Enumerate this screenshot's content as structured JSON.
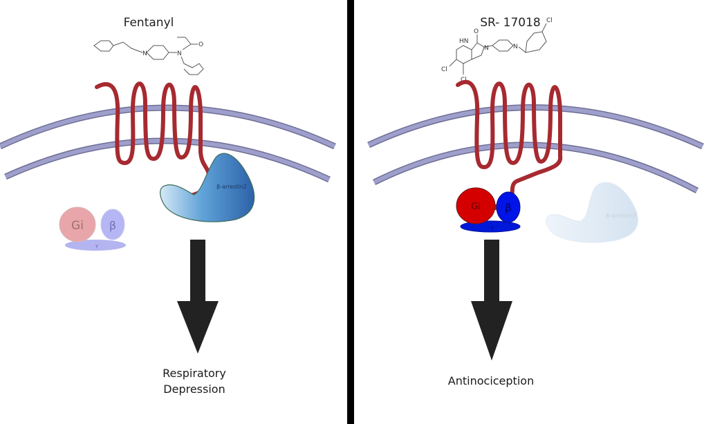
{
  "panels": [
    {
      "id": "left",
      "ligand_name": "Fentanyl",
      "ligand_atoms": {
        "n1": "N",
        "n2": "N",
        "o": "O"
      },
      "arrestin": {
        "label": "β-arrestin2",
        "state": "recruited"
      },
      "g_protein": {
        "alpha": "Gi",
        "beta": "β",
        "gamma": "γ",
        "state": "dissociated"
      },
      "outcome_lines": [
        "Respiratory",
        "Depression"
      ]
    },
    {
      "id": "right",
      "ligand_name": "SR- 17018",
      "ligand_atoms": {
        "nh": "HN",
        "o": "O",
        "n1": "N",
        "n2": "N",
        "cl1": "Cl",
        "cl2": "Cl",
        "cl3": "Cl"
      },
      "arrestin": {
        "label": "β-arrestin2",
        "state": "not recruited"
      },
      "g_protein": {
        "alpha": "Gi",
        "beta": "β",
        "gamma": "γ",
        "state": "coupled"
      },
      "outcome_lines": [
        "Antinociception"
      ]
    }
  ],
  "colors": {
    "receptor": "#a62a30",
    "membrane": "#8e8eb8",
    "arrestin_active": "#3d7ac0",
    "arrestin_faded": "#dce8f4",
    "gi_active": "#d40000",
    "beta_active": "#0014e0",
    "gi_faded": "#e8a2a6",
    "beta_faded": "#b2b2f2",
    "divider": "#000000",
    "arrow": "#222222"
  }
}
